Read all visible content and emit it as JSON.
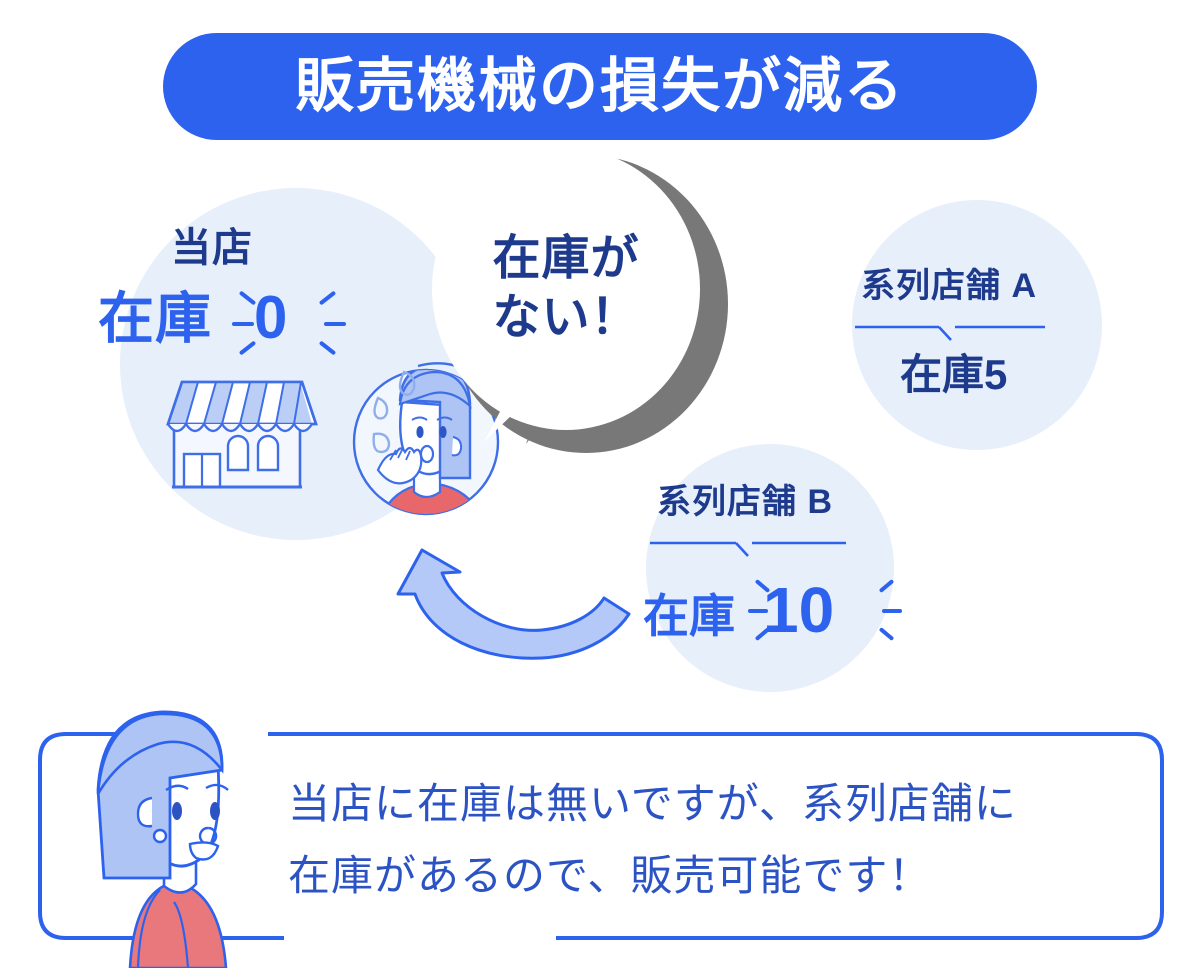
{
  "title": {
    "text": "販売機械の損失が減る",
    "background_color": "#2C62EE",
    "text_color": "#FFFFFF"
  },
  "home_store": {
    "label": "当店",
    "stock_label": "在庫",
    "stock_value": "0",
    "circle_color": "#E7EFFB",
    "text_color": "#2C62EE",
    "label_color": "#1E3A8C"
  },
  "speech_bubble": {
    "line1": "在庫が",
    "line2": "ない！",
    "bubble_color": "#FFFFFF",
    "shadow_color": "#787878",
    "text_color": "#1E3A8C"
  },
  "branches": [
    {
      "name": "系列店舗 A",
      "stock_label": "在庫",
      "stock_value": "5",
      "text_color": "#1E3A8C"
    },
    {
      "name": "系列店舗 B",
      "stock_label": "在庫",
      "stock_value": "10",
      "text_color": "#2C62EE"
    }
  ],
  "callout": {
    "line1": "当店に在庫は無いですが、系列店舗に",
    "line2": "在庫があるので、販売可能です！",
    "border_color": "#2C62EE",
    "text_color": "#2C53C4"
  },
  "illustrations": {
    "storefront": "storefront-icon",
    "worried_woman": "worried-woman-avatar-icon",
    "smiling_woman": "smiling-woman-illustration",
    "transfer_arrow": "curved-transfer-arrow-icon"
  }
}
